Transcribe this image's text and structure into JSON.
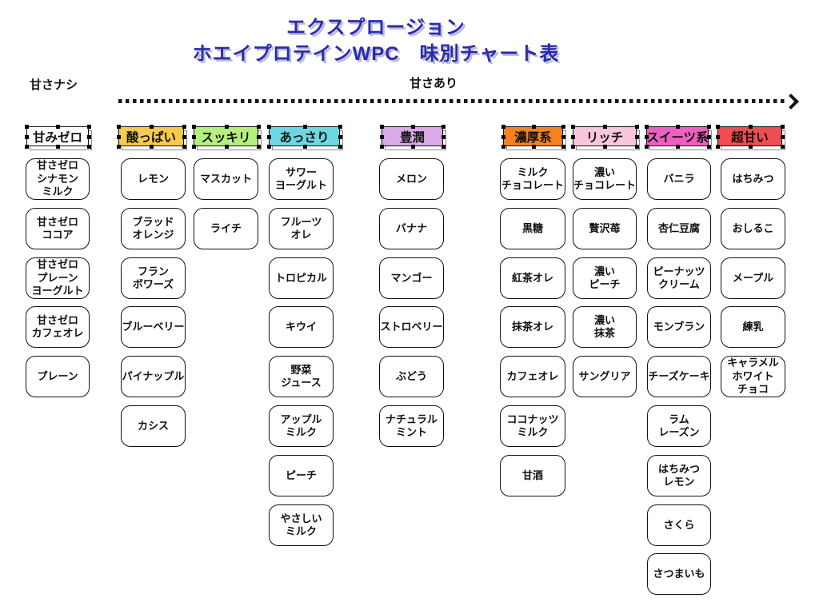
{
  "title": {
    "line1": "エクスプロージョン",
    "line2": "ホエイプロテインWPC　味別チャート表",
    "color": "#2A2AAD"
  },
  "sweetness_axis": {
    "left_label": "甘さナシ",
    "center_label": "甘さあり"
  },
  "columns": [
    {
      "header": {
        "label": "甘みゼロ",
        "color": "#FFFFFF"
      },
      "items": [
        "甘さゼロ\nシナモン\nミルク",
        "甘さゼロ\nココア",
        "甘さゼロ\nプレーン\nヨーグルト",
        "甘さゼロ\nカフェオレ",
        "プレーン"
      ]
    },
    {
      "header": {
        "label": "酸っぱい",
        "color": "#F7CA4D"
      },
      "items": [
        "レモン",
        "ブラッド\nオレンジ",
        "フラン\nボワーズ",
        "ブルーベリー",
        "パイナップル",
        "カシス"
      ]
    },
    {
      "header": {
        "label": "スッキリ",
        "color": "#B5F07E"
      },
      "items": [
        "マスカット",
        "ライチ"
      ]
    },
    {
      "header": {
        "label": "あっさり",
        "color": "#6BD8E2"
      },
      "items": [
        "サワー\nヨーグルト",
        "フルーツ\nオレ",
        "トロピカル",
        "キウイ",
        "野菜\nジュース",
        "アップル\nミルク",
        "ピーチ",
        "やさしい\nミルク"
      ]
    },
    {
      "header": {
        "label": "豊潤",
        "color": "#D9A9E8"
      },
      "items": [
        "メロン",
        "バナナ",
        "マンゴー",
        "ストロベリー",
        "ぶどう",
        "ナチュラル\nミント"
      ]
    },
    {
      "header": {
        "label": "濃厚系",
        "color": "#F5821E"
      },
      "items": [
        "ミルク\nチョコレート",
        "黒糖",
        "紅茶オレ",
        "抹茶オレ",
        "カフェオレ",
        "ココナッツ\nミルク",
        "甘酒"
      ]
    },
    {
      "header": {
        "label": "リッチ",
        "color": "#F8C6DD"
      },
      "items": [
        "濃い\nチョコレート",
        "贅沢苺",
        "濃い\nピーチ",
        "濃い\n抹茶",
        "サングリア"
      ]
    },
    {
      "header": {
        "label": "スイーツ系",
        "color": "#EE5FC2"
      },
      "items": [
        "バニラ",
        "杏仁豆腐",
        "ピーナッツ\nクリーム",
        "モンブラン",
        "チーズケーキ",
        "ラム\nレーズン",
        "はちみつ\nレモン",
        "さくら",
        "さつまいも"
      ]
    },
    {
      "header": {
        "label": "超甘い",
        "color": "#EF4D52"
      },
      "items": [
        "はちみつ",
        "おしるこ",
        "メープル",
        "練乳",
        "キャラメル\nホワイト\nチョコ"
      ]
    }
  ]
}
